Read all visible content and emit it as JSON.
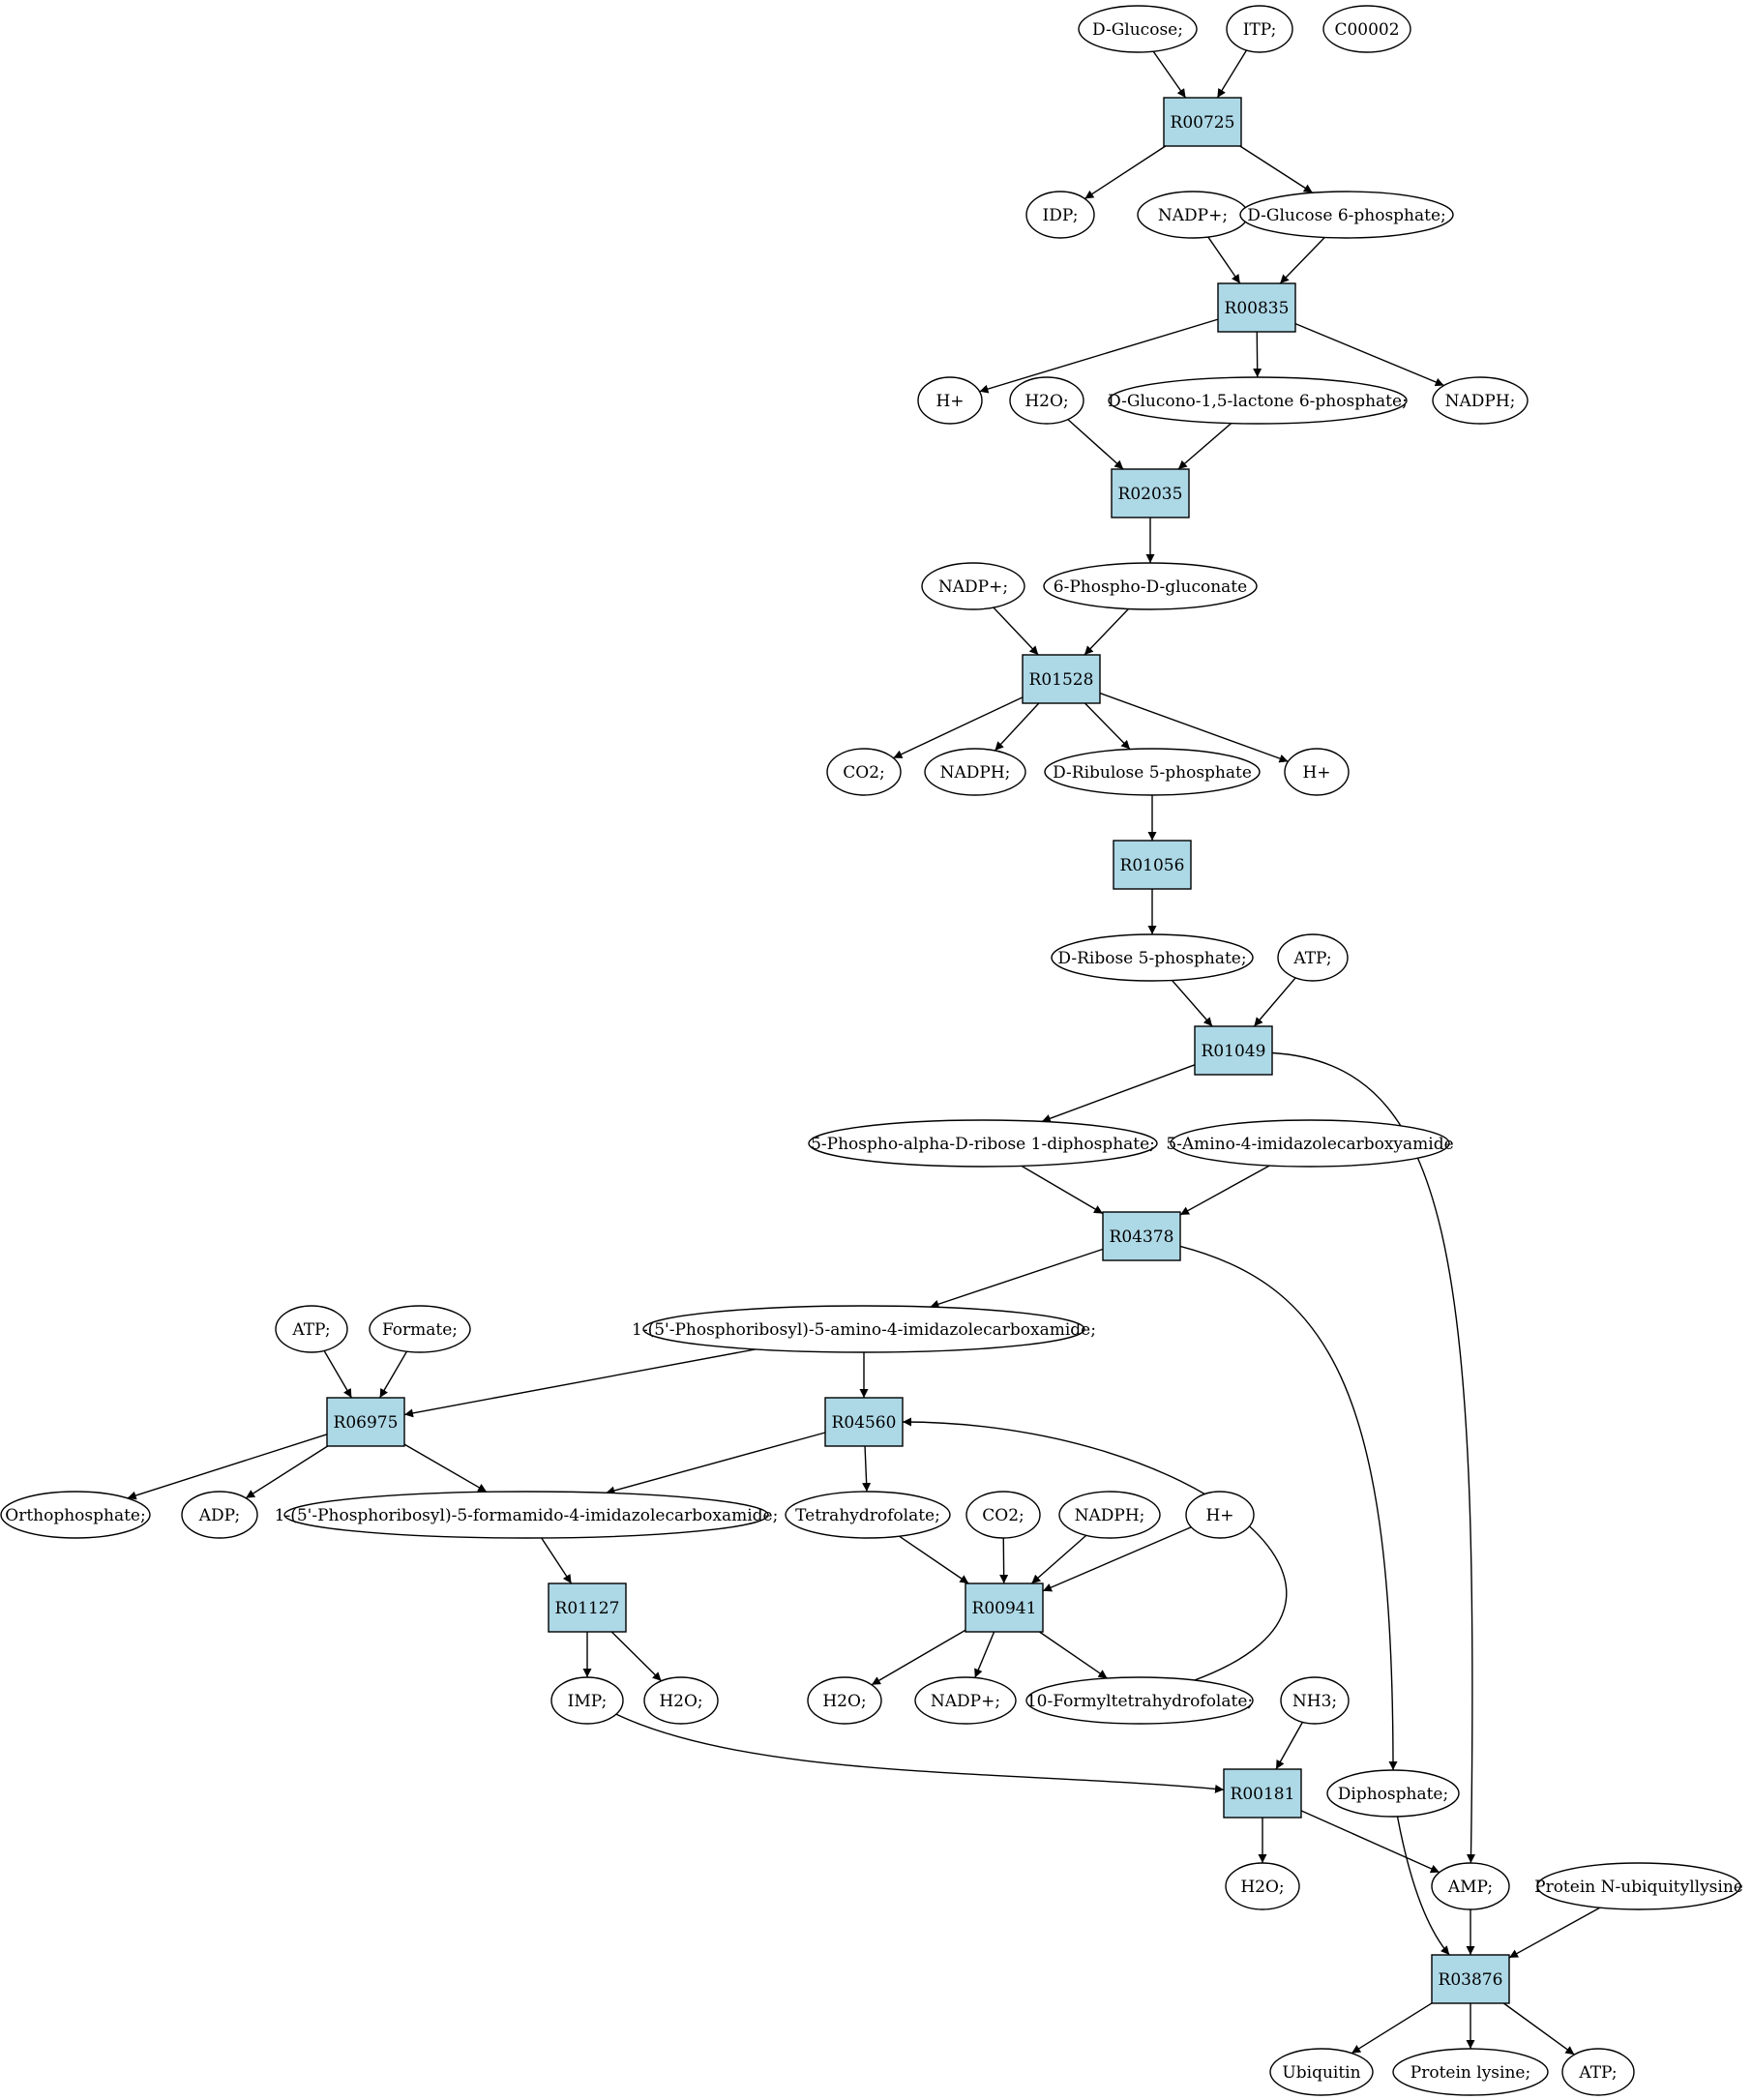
{
  "colors": {
    "reaction_fill": "#add8e6",
    "start_compound_fill": "#00ee00",
    "target_compound_fill": "#ffff00",
    "default_fill": "#ffffff",
    "stroke": "#000000"
  },
  "nodes": {
    "glucose": {
      "label": "D-Glucose;",
      "kind": "compound",
      "fill": "#00ee00"
    },
    "itp": {
      "label": "ITP;",
      "kind": "compound"
    },
    "c00002": {
      "label": "C00002",
      "kind": "compound",
      "fill": "#ffff00"
    },
    "r00725": {
      "label": "R00725",
      "kind": "reaction"
    },
    "idp": {
      "label": "IDP;",
      "kind": "compound"
    },
    "nadp1": {
      "label": "NADP+;",
      "kind": "compound"
    },
    "g6p": {
      "label": "D-Glucose 6-phosphate;",
      "kind": "compound"
    },
    "r00835": {
      "label": "R00835",
      "kind": "reaction"
    },
    "hplus1": {
      "label": "H+",
      "kind": "compound"
    },
    "h2o1": {
      "label": "H2O;",
      "kind": "compound"
    },
    "glucono": {
      "label": "D-Glucono-1,5-lactone 6-phosphate;",
      "kind": "compound"
    },
    "nadph1": {
      "label": "NADPH;",
      "kind": "compound"
    },
    "r02035": {
      "label": "R02035",
      "kind": "reaction"
    },
    "nadp2": {
      "label": "NADP+;",
      "kind": "compound"
    },
    "pgluconate": {
      "label": "6-Phospho-D-gluconate",
      "kind": "compound"
    },
    "r01528": {
      "label": "R01528",
      "kind": "reaction"
    },
    "co2a": {
      "label": "CO2;",
      "kind": "compound"
    },
    "nadph2": {
      "label": "NADPH;",
      "kind": "compound"
    },
    "ribulose": {
      "label": "D-Ribulose 5-phosphate",
      "kind": "compound"
    },
    "hplus2": {
      "label": "H+",
      "kind": "compound"
    },
    "r01056": {
      "label": "R01056",
      "kind": "reaction"
    },
    "ribose": {
      "label": "D-Ribose 5-phosphate;",
      "kind": "compound"
    },
    "atp1": {
      "label": "ATP;",
      "kind": "compound"
    },
    "r01049": {
      "label": "R01049",
      "kind": "reaction"
    },
    "prpp": {
      "label": "5-Phospho-alpha-D-ribose 1-diphosphate;",
      "kind": "compound"
    },
    "aica": {
      "label": "5-Amino-4-imidazolecarboxyamide",
      "kind": "compound"
    },
    "r04378": {
      "label": "R04378",
      "kind": "reaction"
    },
    "atp2": {
      "label": "ATP;",
      "kind": "compound"
    },
    "formate": {
      "label": "Formate;",
      "kind": "compound"
    },
    "aicar": {
      "label": "1-(5'-Phosphoribosyl)-5-amino-4-imidazolecarboxamide;",
      "kind": "compound"
    },
    "r06975": {
      "label": "R06975",
      "kind": "reaction"
    },
    "r04560": {
      "label": "R04560",
      "kind": "reaction"
    },
    "orthophosphate": {
      "label": "Orthophosphate;",
      "kind": "compound"
    },
    "adp": {
      "label": "ADP;",
      "kind": "compound"
    },
    "faicar": {
      "label": "1-(5'-Phosphoribosyl)-5-formamido-4-imidazolecarboxamide;",
      "kind": "compound"
    },
    "thf": {
      "label": "Tetrahydrofolate;",
      "kind": "compound"
    },
    "co2b": {
      "label": "CO2;",
      "kind": "compound"
    },
    "nadph3": {
      "label": "NADPH;",
      "kind": "compound"
    },
    "hplus3": {
      "label": "H+",
      "kind": "compound"
    },
    "r01127": {
      "label": "R01127",
      "kind": "reaction"
    },
    "r00941": {
      "label": "R00941",
      "kind": "reaction"
    },
    "imp": {
      "label": "IMP;",
      "kind": "compound"
    },
    "h2o2": {
      "label": "H2O;",
      "kind": "compound"
    },
    "h2o3": {
      "label": "H2O;",
      "kind": "compound"
    },
    "nadp3": {
      "label": "NADP+;",
      "kind": "compound"
    },
    "formylthf": {
      "label": "10-Formyltetrahydrofolate;",
      "kind": "compound"
    },
    "nh3": {
      "label": "NH3;",
      "kind": "compound"
    },
    "r00181": {
      "label": "R00181",
      "kind": "reaction"
    },
    "diphosphate": {
      "label": "Diphosphate;",
      "kind": "compound"
    },
    "h2o4": {
      "label": "H2O;",
      "kind": "compound"
    },
    "amp": {
      "label": "AMP;",
      "kind": "compound"
    },
    "protubq": {
      "label": "Protein N-ubiquityllysine",
      "kind": "compound"
    },
    "r03876": {
      "label": "R03876",
      "kind": "reaction"
    },
    "ubiquitin": {
      "label": "Ubiquitin",
      "kind": "compound"
    },
    "protlys": {
      "label": "Protein lysine;",
      "kind": "compound"
    },
    "atp3": {
      "label": "ATP;",
      "kind": "compound"
    }
  },
  "edges": [
    {
      "from": "glucose",
      "to": "r00725"
    },
    {
      "from": "itp",
      "to": "r00725"
    },
    {
      "from": "r00725",
      "to": "idp"
    },
    {
      "from": "r00725",
      "to": "g6p"
    },
    {
      "from": "nadp1",
      "to": "r00835"
    },
    {
      "from": "g6p",
      "to": "r00835"
    },
    {
      "from": "r00835",
      "to": "hplus1"
    },
    {
      "from": "r00835",
      "to": "glucono"
    },
    {
      "from": "r00835",
      "to": "nadph1"
    },
    {
      "from": "h2o1",
      "to": "r02035"
    },
    {
      "from": "glucono",
      "to": "r02035"
    },
    {
      "from": "r02035",
      "to": "pgluconate"
    },
    {
      "from": "nadp2",
      "to": "r01528"
    },
    {
      "from": "pgluconate",
      "to": "r01528"
    },
    {
      "from": "r01528",
      "to": "co2a"
    },
    {
      "from": "r01528",
      "to": "nadph2"
    },
    {
      "from": "r01528",
      "to": "ribulose"
    },
    {
      "from": "r01528",
      "to": "hplus2"
    },
    {
      "from": "ribulose",
      "to": "r01056"
    },
    {
      "from": "r01056",
      "to": "ribose"
    },
    {
      "from": "ribose",
      "to": "r01049"
    },
    {
      "from": "atp1",
      "to": "r01049"
    },
    {
      "from": "r01049",
      "to": "prpp"
    },
    {
      "from": "r01049",
      "to": "amp"
    },
    {
      "from": "prpp",
      "to": "r04378"
    },
    {
      "from": "aica",
      "to": "r04378"
    },
    {
      "from": "r04378",
      "to": "aicar"
    },
    {
      "from": "r04378",
      "to": "diphosphate"
    },
    {
      "from": "atp2",
      "to": "r06975"
    },
    {
      "from": "formate",
      "to": "r06975"
    },
    {
      "from": "aicar",
      "to": "r06975"
    },
    {
      "from": "aicar",
      "to": "r04560"
    },
    {
      "from": "r06975",
      "to": "orthophosphate"
    },
    {
      "from": "r06975",
      "to": "adp"
    },
    {
      "from": "r06975",
      "to": "faicar"
    },
    {
      "from": "r04560",
      "to": "faicar"
    },
    {
      "from": "r04560",
      "to": "thf"
    },
    {
      "from": "formylthf",
      "to": "r04560"
    },
    {
      "from": "faicar",
      "to": "r01127"
    },
    {
      "from": "thf",
      "to": "r00941"
    },
    {
      "from": "co2b",
      "to": "r00941"
    },
    {
      "from": "nadph3",
      "to": "r00941"
    },
    {
      "from": "hplus3",
      "to": "r00941"
    },
    {
      "from": "r01127",
      "to": "imp"
    },
    {
      "from": "r01127",
      "to": "h2o2"
    },
    {
      "from": "r00941",
      "to": "h2o3"
    },
    {
      "from": "r00941",
      "to": "nadp3"
    },
    {
      "from": "r00941",
      "to": "formylthf"
    },
    {
      "from": "imp",
      "to": "r00181"
    },
    {
      "from": "nh3",
      "to": "r00181"
    },
    {
      "from": "r00181",
      "to": "h2o4"
    },
    {
      "from": "r00181",
      "to": "amp"
    },
    {
      "from": "diphosphate",
      "to": "r03876"
    },
    {
      "from": "amp",
      "to": "r03876"
    },
    {
      "from": "protubq",
      "to": "r03876"
    },
    {
      "from": "r03876",
      "to": "ubiquitin"
    },
    {
      "from": "r03876",
      "to": "protlys"
    },
    {
      "from": "r03876",
      "to": "atp3"
    }
  ]
}
